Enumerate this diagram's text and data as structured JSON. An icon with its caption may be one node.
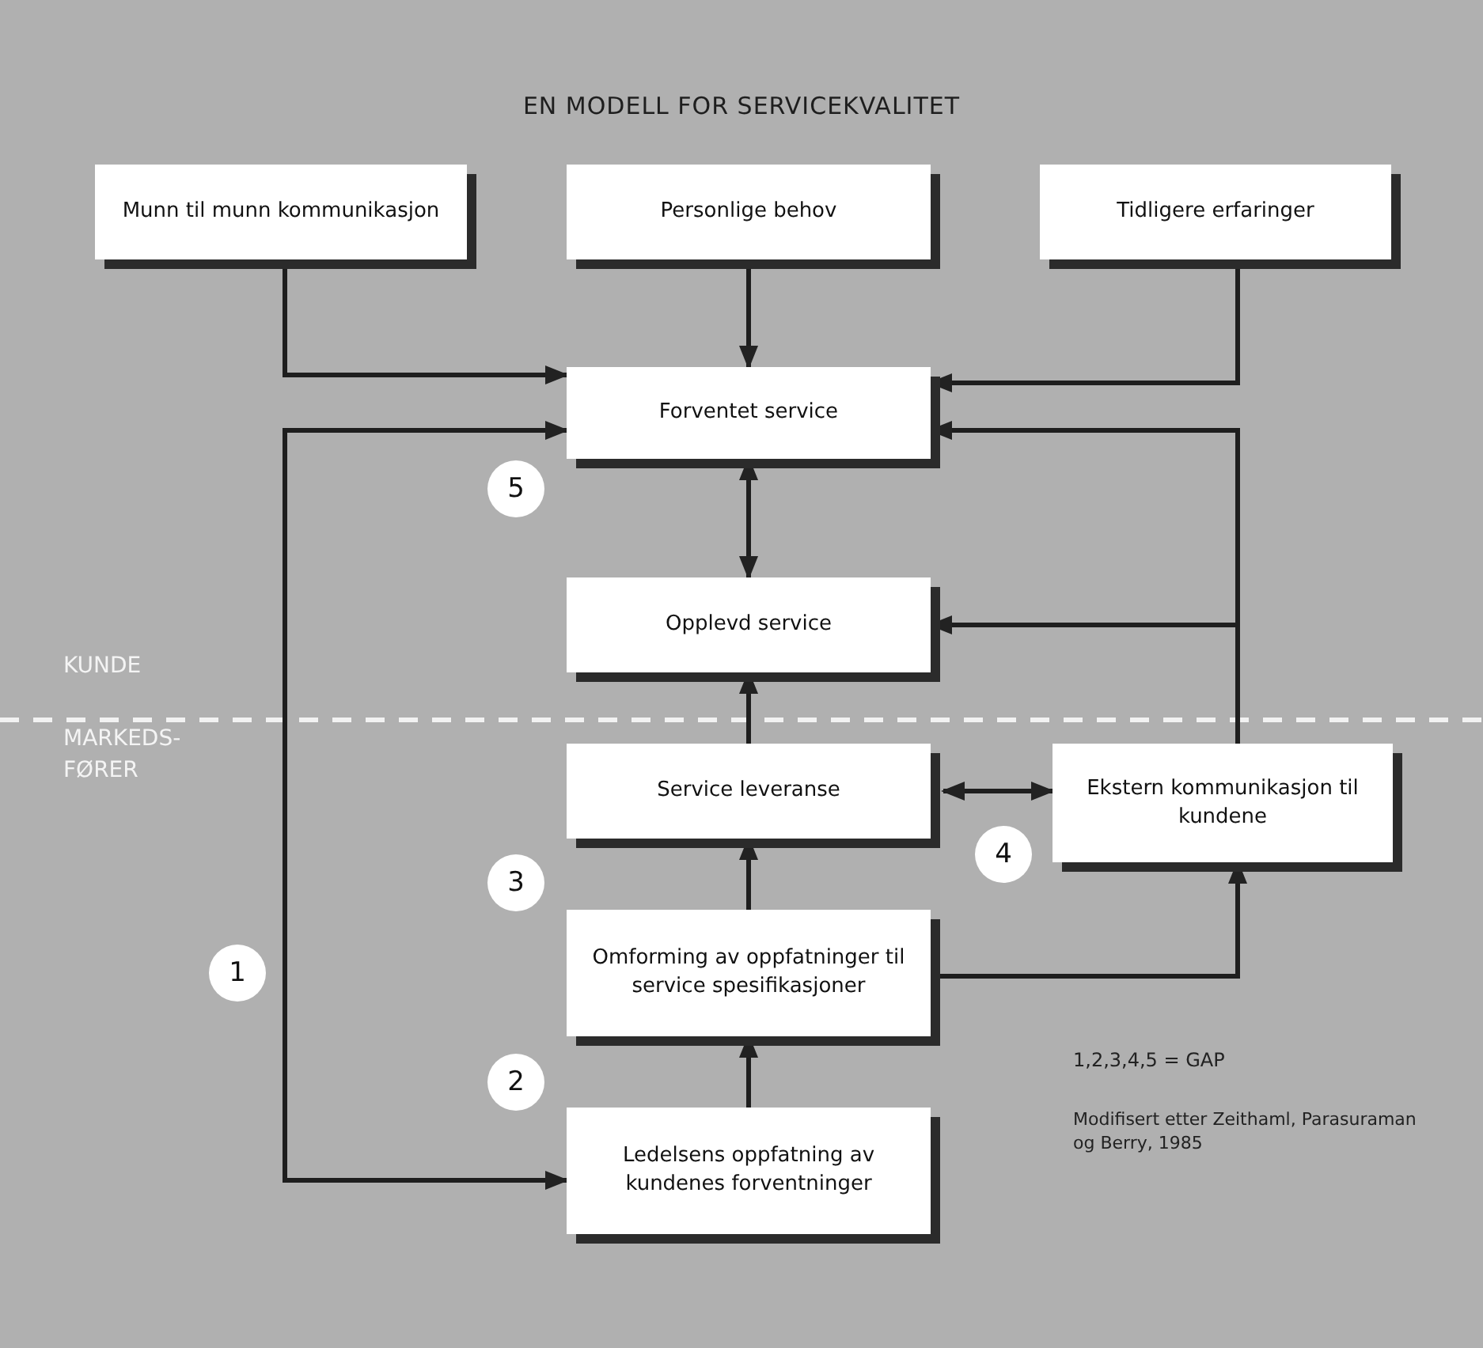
{
  "diagram": {
    "title": "EN MODELL FOR SERVICEKVALITET",
    "nodes": [
      {
        "text": [
          "Munn til munn kommunikasjon"
        ]
      },
      {
        "text": [
          "Personlige behov"
        ]
      },
      {
        "text": [
          "Tidligere erfaringer"
        ]
      },
      {
        "text": [
          "Forventet service"
        ]
      },
      {
        "text": [
          "Opplevd service"
        ]
      },
      {
        "text": [
          "Service leveranse"
        ]
      },
      {
        "text": [
          "Ekstern kommunikasjon til kundene"
        ]
      },
      {
        "text": [
          "Omforming av oppfatninger til service spesifikasjoner"
        ]
      },
      {
        "text": [
          "Ledelsens oppfatning av kundenes forventninger"
        ]
      },
      {
        "text": [
          "1"
        ]
      },
      {
        "text": [
          "2"
        ]
      },
      {
        "text": [
          "3"
        ]
      },
      {
        "text": [
          "4"
        ]
      },
      {
        "text": [
          "5"
        ]
      }
    ],
    "edges": [
      {
        "from": 0,
        "to": 3,
        "arrow": "to"
      },
      {
        "from": 1,
        "to": 3,
        "arrow": "to"
      },
      {
        "from": 2,
        "to": 3,
        "arrow": "to"
      },
      {
        "from": 6,
        "to": 3,
        "arrow": "to"
      },
      {
        "from": 6,
        "to": 4,
        "arrow": "to"
      },
      {
        "from": 3,
        "to": 4,
        "arrow": "both"
      },
      {
        "from": 5,
        "to": 4,
        "arrow": "to"
      },
      {
        "from": 5,
        "to": 6,
        "arrow": "both"
      },
      {
        "from": 7,
        "to": 5,
        "arrow": "to"
      },
      {
        "from": 7,
        "to": 6,
        "arrow": "to"
      },
      {
        "from": 8,
        "to": 7,
        "arrow": "to"
      },
      {
        "from": 3,
        "to": 8,
        "arrow": "both"
      }
    ],
    "labels": [
      "KUNDE",
      "MARKEDS- FØRER",
      "1,2,3,4,5 = GAP",
      "Modifisert etter Zeithaml, Parasuraman og Berry, 1985"
    ]
  }
}
